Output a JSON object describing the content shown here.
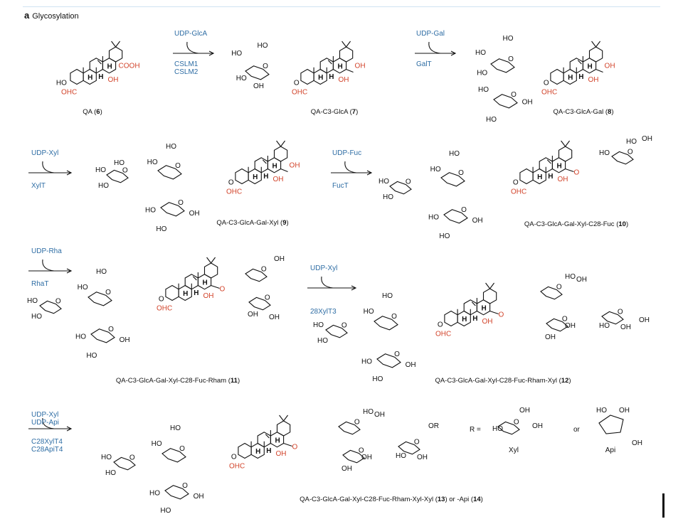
{
  "panel": {
    "letter": "a",
    "title": "Glycosylation"
  },
  "steps": [
    {
      "substrates": [
        "UDP-GlcA"
      ],
      "enzymes": [
        "CSLM1",
        "CSLM2"
      ]
    },
    {
      "substrates": [
        "UDP-Gal"
      ],
      "enzymes": [
        "GalT"
      ]
    },
    {
      "substrates": [
        "UDP-Xyl"
      ],
      "enzymes": [
        "XylT"
      ]
    },
    {
      "substrates": [
        "UDP-Fuc"
      ],
      "enzymes": [
        "FucT"
      ]
    },
    {
      "substrates": [
        "UDP-Rha"
      ],
      "enzymes": [
        "RhaT"
      ]
    },
    {
      "substrates": [
        "UDP-Xyl"
      ],
      "enzymes": [
        "28XylT3"
      ]
    },
    {
      "substrates": [
        "UDP-Xyl",
        "UDP-Api"
      ],
      "enzymes": [
        "C28XylT4",
        "C28ApiT4"
      ]
    }
  ],
  "compounds": [
    {
      "name": "QA (",
      "num": "6",
      "tail": ")"
    },
    {
      "name": "QA-C3-GlcA (",
      "num": "7",
      "tail": ")"
    },
    {
      "name": "QA-C3-GlcA-Gal (",
      "num": "8",
      "tail": ")"
    },
    {
      "name": "QA-C3-GlcA-Gal-Xyl (",
      "num": "9",
      "tail": ")"
    },
    {
      "name": "QA-C3-GlcA-Gal-Xyl-C28-Fuc (",
      "num": "10",
      "tail": ")"
    },
    {
      "name": "QA-C3-GlcA-Gal-Xyl-C28-Fuc-Rham (",
      "num": "11",
      "tail": ")"
    },
    {
      "name": "QA-C3-GlcA-Gal-Xyl-C28-Fuc-Rham-Xyl (",
      "num": "12",
      "tail": ")"
    },
    {
      "name": "QA-C3-GlcA-Gal-Xyl-C28-Fuc-Rham-Xyl-Xyl (",
      "num": "13",
      "mid": ") or -Api (",
      "num2": "14",
      "tail": ")"
    }
  ],
  "labels": {
    "cooh": "COOH",
    "oh": "OH",
    "ho": "HO",
    "ohc": "OHC",
    "h": "H",
    "o": "O",
    "or": "OR",
    "r_eq": "R =",
    "or_word": "or",
    "xyl": "Xyl",
    "api": "Api"
  },
  "colors": {
    "accent_red": "#d2442b",
    "enzyme_blue": "#2e6da4",
    "ink": "#111111"
  }
}
